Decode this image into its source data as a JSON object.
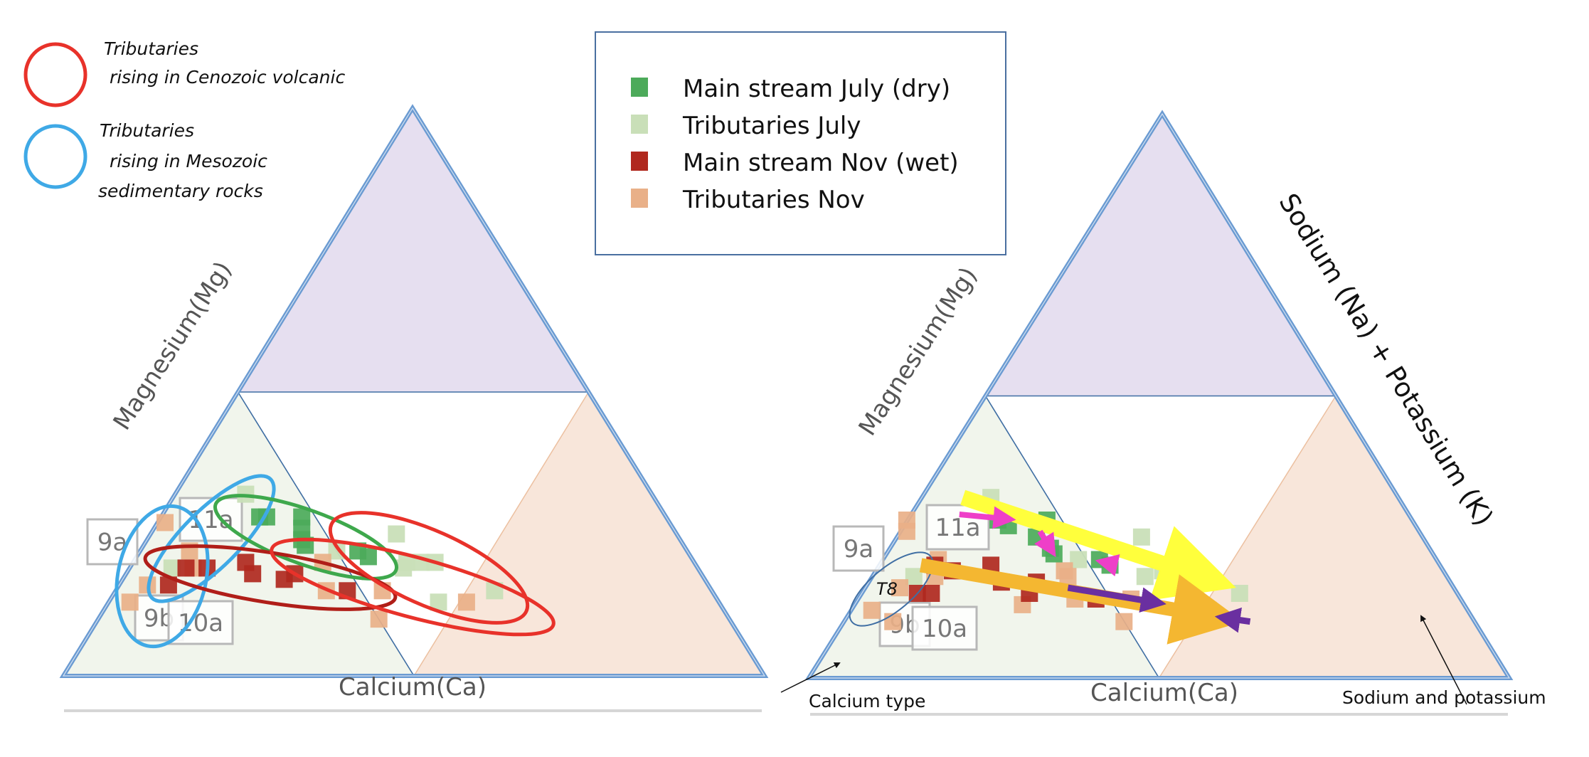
{
  "chart_data": {
    "type": "scatter",
    "subtype": "ternary-cation-diagram",
    "axis_labels": {
      "left": "Magnesium(Mg)",
      "bottom": "Calcium(Ca)",
      "right": "Sodium (Na) + Potassium (K)"
    },
    "corner_annotations": {
      "calcium_type": "Calcium type",
      "sodium_potassium": "Sodium and potassium"
    },
    "region_colors": {
      "magnesium_region": "#e6dff0",
      "calcium_region": "#f1f5ec",
      "sodium_region": "#f8e6da",
      "outline": "#6b9bd2",
      "inner_line": "#3f6ea3"
    },
    "legend": {
      "placement": "top-center",
      "entries": [
        {
          "label": "Main stream July (dry)",
          "color": "#4caa5a",
          "series": "main_july"
        },
        {
          "label": "Tributaries July",
          "color": "#c9dfb8",
          "series": "trib_july"
        },
        {
          "label": "Main stream Nov (wet)",
          "color": "#b0281e",
          "series": "main_nov"
        },
        {
          "label": "Tributaries Nov",
          "color": "#e9b088",
          "series": "trib_nov"
        }
      ]
    },
    "group_legend": {
      "placement": "top-left",
      "entries": [
        {
          "label_lines": [
            "Tributaries",
            " rising in Cenozoic volcanic"
          ],
          "color": "#e8322a"
        },
        {
          "label_lines": [
            "Tributaries",
            " rising in Mesozoic",
            "sedimentary rocks"
          ],
          "color": "#3fa9e6"
        }
      ]
    },
    "series_units": "percent of cations (ca, mg, nak)",
    "panels": [
      {
        "name": "left",
        "show_right_axis_label": false,
        "series": [
          {
            "name": "main_july",
            "points": [
              {
                "ca": 58,
                "mg": 28,
                "nak": 14
              },
              {
                "ca": 57,
                "mg": 28,
                "nak": 15
              },
              {
                "ca": 52,
                "mg": 28,
                "nak": 20
              },
              {
                "ca": 53,
                "mg": 26,
                "nak": 21
              },
              {
                "ca": 54,
                "mg": 24,
                "nak": 22
              },
              {
                "ca": 54,
                "mg": 23,
                "nak": 23
              },
              {
                "ca": 47,
                "mg": 22,
                "nak": 31
              },
              {
                "ca": 46,
                "mg": 21,
                "nak": 33
              }
            ]
          },
          {
            "name": "trib_july",
            "points": [
              {
                "ca": 58,
                "mg": 32,
                "nak": 10
              },
              {
                "ca": 75,
                "mg": 19,
                "nak": 6
              },
              {
                "ca": 40,
                "mg": 25,
                "nak": 35
              },
              {
                "ca": 42,
                "mg": 19,
                "nak": 39
              },
              {
                "ca": 50,
                "mg": 22,
                "nak": 28
              },
              {
                "ca": 41,
                "mg": 20,
                "nak": 39
              },
              {
                "ca": 39,
                "mg": 20,
                "nak": 41
              },
              {
                "ca": 37,
                "mg": 20,
                "nak": 43
              },
              {
                "ca": 40,
                "mg": 13,
                "nak": 47
              },
              {
                "ca": 31,
                "mg": 15,
                "nak": 54
              }
            ]
          },
          {
            "name": "main_nov",
            "points": [
              {
                "ca": 77,
                "mg": 16,
                "nak": 7
              },
              {
                "ca": 73,
                "mg": 19,
                "nak": 8
              },
              {
                "ca": 70,
                "mg": 19,
                "nak": 11
              },
              {
                "ca": 64,
                "mg": 20,
                "nak": 16
              },
              {
                "ca": 64,
                "mg": 18,
                "nak": 18
              },
              {
                "ca": 60,
                "mg": 17,
                "nak": 23
              },
              {
                "ca": 58,
                "mg": 18,
                "nak": 24
              },
              {
                "ca": 52,
                "mg": 15,
                "nak": 33
              }
            ]
          },
          {
            "name": "trib_nov",
            "points": [
              {
                "ca": 72,
                "mg": 27,
                "nak": 1
              },
              {
                "ca": 71,
                "mg": 22,
                "nak": 7
              },
              {
                "ca": 72,
                "mg": 19,
                "nak": 9
              },
              {
                "ca": 80,
                "mg": 16,
                "nak": 4
              },
              {
                "ca": 84,
                "mg": 13,
                "nak": 3
              },
              {
                "ca": 53,
                "mg": 20,
                "nak": 27
              },
              {
                "ca": 55,
                "mg": 15,
                "nak": 30
              },
              {
                "ca": 47,
                "mg": 15,
                "nak": 38
              },
              {
                "ca": 50,
                "mg": 10,
                "nak": 40
              },
              {
                "ca": 36,
                "mg": 13,
                "nak": 51
              }
            ]
          }
        ],
        "sample_labels": [
          "9a",
          "11a",
          "9b",
          "10a"
        ],
        "group_ellipses": [
          {
            "group": "Mesozoic sedimentary",
            "color": "#3fa9e6"
          },
          {
            "group": "Mesozoic sedimentary",
            "color": "#3fa9e6"
          },
          {
            "group": "Main stream July",
            "color": "#3ea84c"
          },
          {
            "group": "Main stream Nov",
            "color": "#b01e18"
          },
          {
            "group": "Cenozoic volcanic",
            "color": "#e8322a"
          },
          {
            "group": "Cenozoic volcanic",
            "color": "#e8322a"
          }
        ]
      },
      {
        "name": "right",
        "show_right_axis_label": true,
        "series": [
          {
            "name": "main_july",
            "points": [
              {
                "ca": 59,
                "mg": 28,
                "nak": 13
              },
              {
                "ca": 58,
                "mg": 27,
                "nak": 15
              },
              {
                "ca": 52,
                "mg": 28,
                "nak": 20
              },
              {
                "ca": 55,
                "mg": 25,
                "nak": 20
              },
              {
                "ca": 54,
                "mg": 23,
                "nak": 23
              },
              {
                "ca": 54,
                "mg": 22,
                "nak": 24
              },
              {
                "ca": 48,
                "mg": 21,
                "nak": 31
              },
              {
                "ca": 47,
                "mg": 20,
                "nak": 33
              }
            ]
          },
          {
            "name": "trib_july",
            "points": [
              {
                "ca": 58,
                "mg": 32,
                "nak": 10
              },
              {
                "ca": 76,
                "mg": 18,
                "nak": 6
              },
              {
                "ca": 40,
                "mg": 25,
                "nak": 35
              },
              {
                "ca": 51,
                "mg": 21,
                "nak": 28
              },
              {
                "ca": 43,
                "mg": 18,
                "nak": 39
              },
              {
                "ca": 40,
                "mg": 19,
                "nak": 41
              },
              {
                "ca": 37,
                "mg": 19,
                "nak": 44
              },
              {
                "ca": 39,
                "mg": 13,
                "nak": 48
              },
              {
                "ca": 31,
                "mg": 15,
                "nak": 54
              }
            ]
          },
          {
            "name": "main_nov",
            "points": [
              {
                "ca": 72,
                "mg": 20,
                "nak": 8
              },
              {
                "ca": 70,
                "mg": 19,
                "nak": 11
              },
              {
                "ca": 77,
                "mg": 15,
                "nak": 8
              },
              {
                "ca": 75,
                "mg": 15,
                "nak": 10
              },
              {
                "ca": 64,
                "mg": 20,
                "nak": 16
              },
              {
                "ca": 64,
                "mg": 17,
                "nak": 19
              },
              {
                "ca": 59,
                "mg": 17,
                "nak": 24
              },
              {
                "ca": 61,
                "mg": 15,
                "nak": 24
              },
              {
                "ca": 52,
                "mg": 14,
                "nak": 34
              }
            ]
          },
          {
            "name": "trib_nov",
            "points": [
              {
                "ca": 72,
                "mg": 28,
                "nak": 0
              },
              {
                "ca": 73,
                "mg": 26,
                "nak": 1
              },
              {
                "ca": 71,
                "mg": 21,
                "nak": 8
              },
              {
                "ca": 73,
                "mg": 18,
                "nak": 9
              },
              {
                "ca": 79,
                "mg": 16,
                "nak": 5
              },
              {
                "ca": 85,
                "mg": 12,
                "nak": 3
              },
              {
                "ca": 83,
                "mg": 10,
                "nak": 7
              },
              {
                "ca": 63,
                "mg": 13,
                "nak": 24
              },
              {
                "ca": 54,
                "mg": 19,
                "nak": 27
              },
              {
                "ca": 54,
                "mg": 18,
                "nak": 28
              },
              {
                "ca": 55,
                "mg": 14,
                "nak": 31
              },
              {
                "ca": 47,
                "mg": 14,
                "nak": 39
              },
              {
                "ca": 50,
                "mg": 10,
                "nak": 40
              },
              {
                "ca": 37,
                "mg": 12,
                "nak": 51
              }
            ]
          }
        ],
        "sample_labels": [
          "9a",
          "11a",
          "9b",
          "10a"
        ],
        "t8_label": "T8",
        "trend_arrows": [
          {
            "name": "yellow-trend",
            "color": "#ffff3c",
            "from": {
              "ca": 62,
              "mg": 32,
              "nak": 6
            },
            "to": {
              "ca": 31,
              "mg": 16,
              "nak": 53
            }
          },
          {
            "name": "orange-trend",
            "color": "#f4b731",
            "from": {
              "ca": 74,
              "mg": 20,
              "nak": 6
            },
            "to": {
              "ca": 33,
              "mg": 10,
              "nak": 57
            }
          },
          {
            "name": "purple-trend-1",
            "color": "#6a2fa0",
            "from": {
              "ca": 55,
              "mg": 16,
              "nak": 29
            },
            "to": {
              "ca": 42,
              "mg": 13,
              "nak": 45
            }
          },
          {
            "name": "purple-trend-2",
            "color": "#6a2fa0",
            "from": {
              "ca": 32,
              "mg": 10,
              "nak": 58
            },
            "to": {
              "ca": 37,
              "mg": 11,
              "nak": 52
            }
          },
          {
            "name": "pink-trend-1",
            "color": "#ee3fc8",
            "from": {
              "ca": 64,
              "mg": 29,
              "nak": 7
            },
            "to": {
              "ca": 56,
              "mg": 28,
              "nak": 16
            }
          },
          {
            "name": "pink-trend-2",
            "color": "#ee3fc8",
            "from": {
              "ca": 54,
              "mg": 26,
              "nak": 20
            },
            "to": {
              "ca": 54,
              "mg": 21,
              "nak": 25
            }
          },
          {
            "name": "pink-trend-3",
            "color": "#ee3fc8",
            "from": {
              "ca": 46,
              "mg": 20,
              "nak": 34
            },
            "to": {
              "ca": 49,
              "mg": 21,
              "nak": 30
            }
          }
        ]
      }
    ]
  }
}
